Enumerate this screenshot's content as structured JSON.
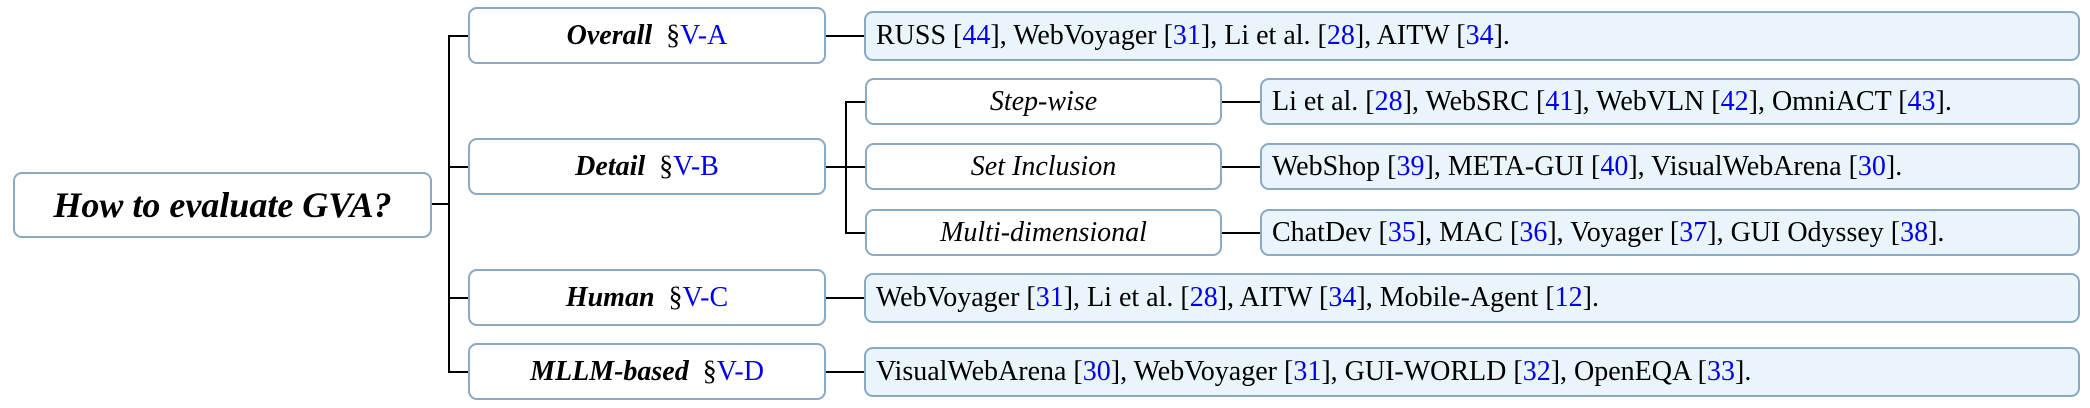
{
  "root": {
    "label": "How to evaluate GVA?"
  },
  "categories": [
    {
      "name": "Overall",
      "section": "§V-A"
    },
    {
      "name": "Detail",
      "section": "§V-B"
    },
    {
      "name": "Human",
      "section": "§V-C"
    },
    {
      "name": "MLLM-based",
      "section": "§V-D"
    }
  ],
  "subcategories": [
    {
      "name": "Step-wise"
    },
    {
      "name": "Set Inclusion"
    },
    {
      "name": "Multi-dimensional"
    }
  ],
  "leaves": {
    "overall": [
      {
        "t": "RUSS [",
        "r": ""
      },
      {
        "t": "",
        "r": "44"
      },
      {
        "t": "], WebVoyager [",
        "r": ""
      },
      {
        "t": "",
        "r": "31"
      },
      {
        "t": "], Li et al. [",
        "r": ""
      },
      {
        "t": "",
        "r": "28"
      },
      {
        "t": "], AITW [",
        "r": ""
      },
      {
        "t": "",
        "r": "34"
      },
      {
        "t": "].",
        "r": ""
      }
    ],
    "stepwise": [
      {
        "t": "Li et al. [",
        "r": ""
      },
      {
        "t": "",
        "r": "28"
      },
      {
        "t": "], WebSRC [",
        "r": ""
      },
      {
        "t": "",
        "r": "41"
      },
      {
        "t": "], WebVLN [",
        "r": ""
      },
      {
        "t": "",
        "r": "42"
      },
      {
        "t": "], OmniACT [",
        "r": ""
      },
      {
        "t": "",
        "r": "43"
      },
      {
        "t": "].",
        "r": ""
      }
    ],
    "setinclusion": [
      {
        "t": "WebShop [",
        "r": ""
      },
      {
        "t": "",
        "r": "39"
      },
      {
        "t": "], META-GUI [",
        "r": ""
      },
      {
        "t": "",
        "r": "40"
      },
      {
        "t": "], VisualWebArena [",
        "r": ""
      },
      {
        "t": "",
        "r": "30"
      },
      {
        "t": "].",
        "r": ""
      }
    ],
    "multidim": [
      {
        "t": "ChatDev [",
        "r": ""
      },
      {
        "t": "",
        "r": "35"
      },
      {
        "t": "], MAC [",
        "r": ""
      },
      {
        "t": "",
        "r": "36"
      },
      {
        "t": "], Voyager [",
        "r": ""
      },
      {
        "t": "",
        "r": "37"
      },
      {
        "t": "], GUI Odyssey [",
        "r": ""
      },
      {
        "t": "",
        "r": "38"
      },
      {
        "t": "].",
        "r": ""
      }
    ],
    "human": [
      {
        "t": "WebVoyager [",
        "r": ""
      },
      {
        "t": "",
        "r": "31"
      },
      {
        "t": "], Li et al. [",
        "r": ""
      },
      {
        "t": "",
        "r": "28"
      },
      {
        "t": "], AITW [",
        "r": ""
      },
      {
        "t": "",
        "r": "34"
      },
      {
        "t": "], Mobile-Agent [",
        "r": ""
      },
      {
        "t": "",
        "r": "12"
      },
      {
        "t": "].",
        "r": ""
      }
    ],
    "mllm": [
      {
        "t": "VisualWebArena [",
        "r": ""
      },
      {
        "t": "",
        "r": "30"
      },
      {
        "t": "], WebVoyager [",
        "r": ""
      },
      {
        "t": "",
        "r": "31"
      },
      {
        "t": "], GUI-WORLD [",
        "r": ""
      },
      {
        "t": "",
        "r": "32"
      },
      {
        "t": "], OpenEQA [",
        "r": ""
      },
      {
        "t": "",
        "r": "33"
      },
      {
        "t": "].",
        "r": ""
      }
    ]
  }
}
